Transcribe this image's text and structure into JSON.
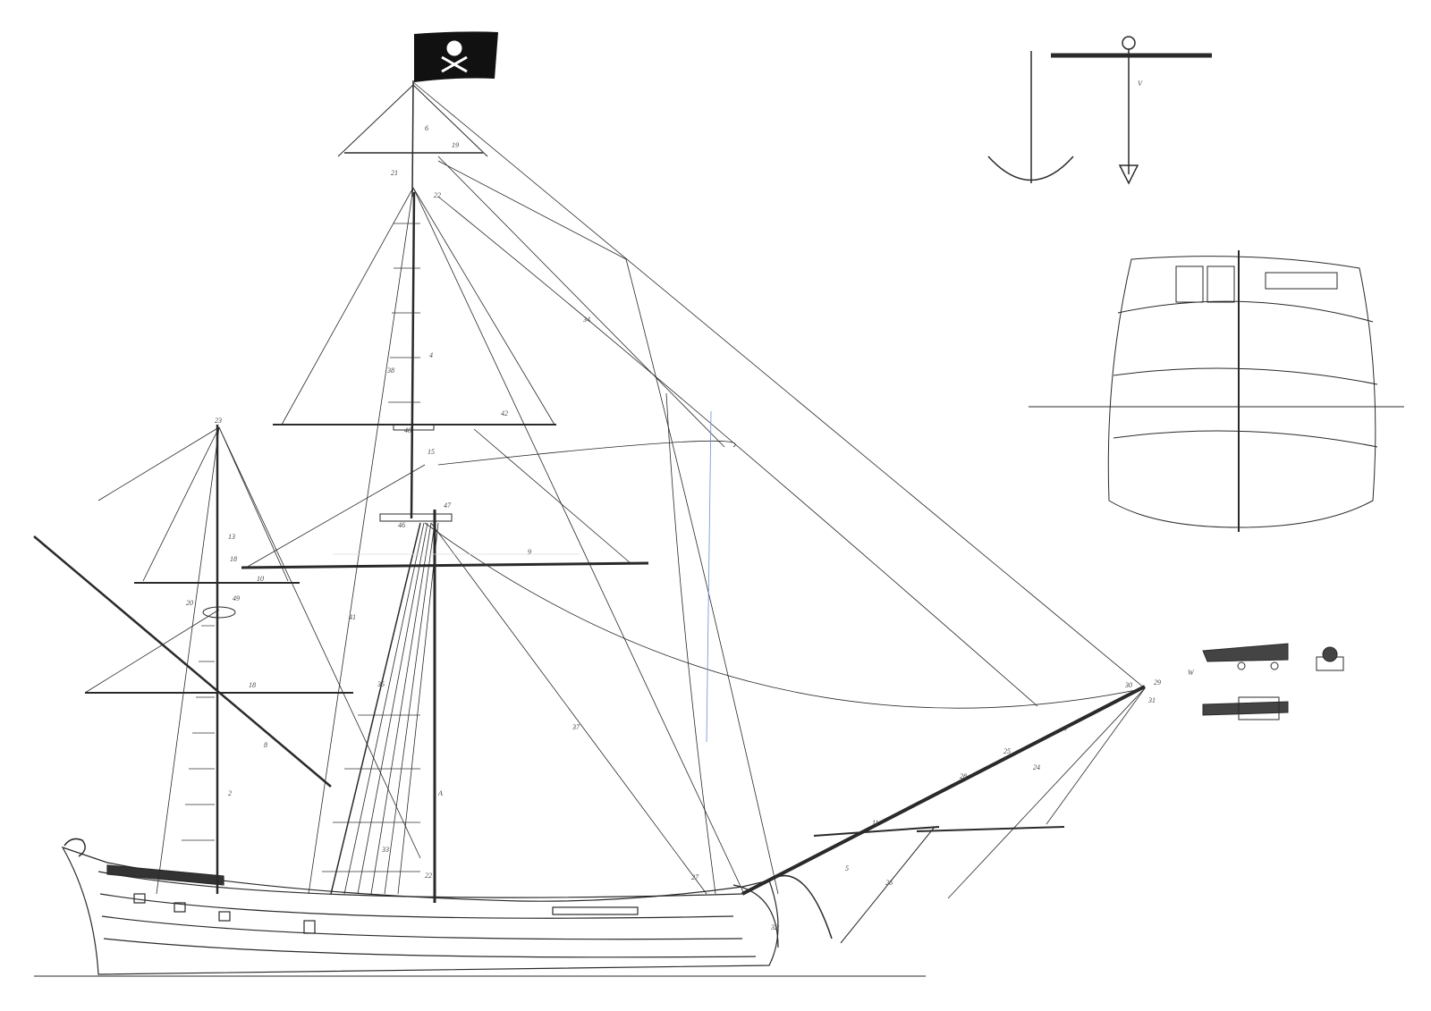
{
  "flag": {
    "emblem": "skull-and-crossbones-icon",
    "color": "#111111"
  },
  "colors": {
    "ink": "#2a2a2a",
    "paper": "#ffffff",
    "blue_line": "#6b8fd6"
  },
  "callouts": [
    {
      "text": "6"
    },
    {
      "text": "19"
    },
    {
      "text": "21"
    },
    {
      "text": "22"
    },
    {
      "text": "34"
    },
    {
      "text": "38"
    },
    {
      "text": "4"
    },
    {
      "text": "42"
    },
    {
      "text": "40"
    },
    {
      "text": "15"
    },
    {
      "text": "47"
    },
    {
      "text": "46"
    },
    {
      "text": "9"
    },
    {
      "text": "23"
    },
    {
      "text": "13"
    },
    {
      "text": "18"
    },
    {
      "text": "10"
    },
    {
      "text": "20"
    },
    {
      "text": "49"
    },
    {
      "text": "41"
    },
    {
      "text": "35"
    },
    {
      "text": "18"
    },
    {
      "text": "8"
    },
    {
      "text": "2"
    },
    {
      "text": "37"
    },
    {
      "text": "A"
    },
    {
      "text": "33"
    },
    {
      "text": "22"
    },
    {
      "text": "27"
    },
    {
      "text": "30"
    },
    {
      "text": "29"
    },
    {
      "text": "31"
    },
    {
      "text": "7"
    },
    {
      "text": "25"
    },
    {
      "text": "28"
    },
    {
      "text": "24"
    },
    {
      "text": "11"
    },
    {
      "text": "5"
    },
    {
      "text": "26"
    },
    {
      "text": "32"
    },
    {
      "text": "V"
    },
    {
      "text": "W"
    }
  ]
}
